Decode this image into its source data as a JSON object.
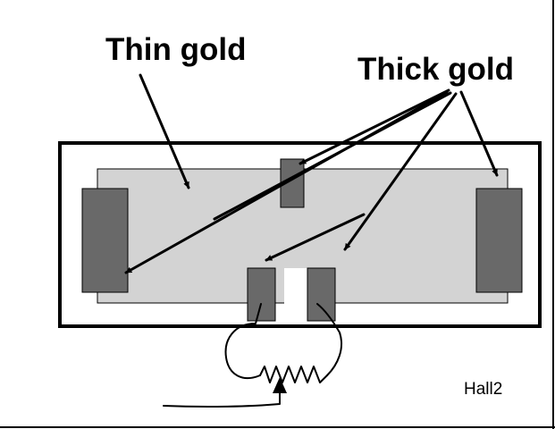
{
  "labels": {
    "thin_gold": "Thin gold",
    "thick_gold": "Thick gold",
    "figure_id": "Hall2"
  },
  "colors": {
    "background": "#ffffff",
    "outline": "#000000",
    "thin_gold_film": "#d3d3d3",
    "thick_gold_pad": "#696969",
    "gap": "#ffffff"
  }
}
